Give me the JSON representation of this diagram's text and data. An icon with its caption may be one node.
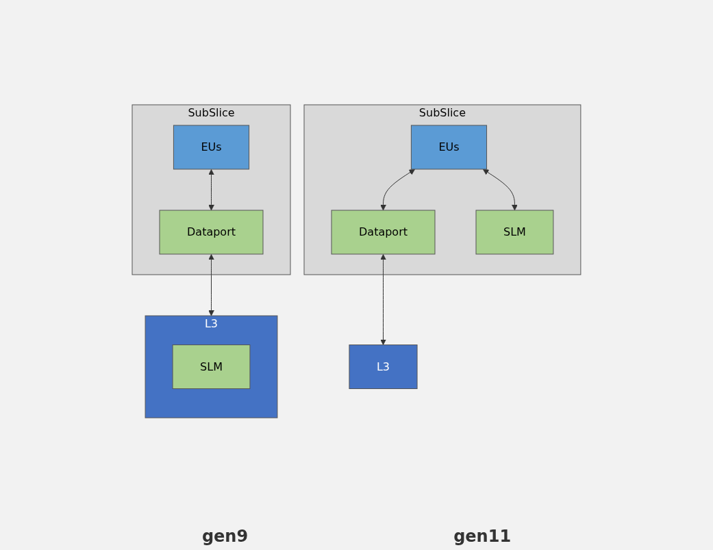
{
  "diagram": {
    "nodes": [
      {
        "text": [
          "SubSlice"
        ]
      },
      {
        "text": [
          "EUs"
        ],
        "in": 0
      },
      {
        "text": [
          "Dataport"
        ],
        "in": 0
      },
      {
        "text": [
          "L3"
        ]
      },
      {
        "text": [
          "SLM"
        ],
        "in": 3
      },
      {
        "text": [
          "SubSlice"
        ]
      },
      {
        "text": [
          "EUs"
        ],
        "in": 5
      },
      {
        "text": [
          "Dataport"
        ],
        "in": 5
      },
      {
        "text": [
          "SLM"
        ],
        "in": 5
      },
      {
        "text": [
          "L3"
        ]
      }
    ],
    "edges": [
      {
        "from": 1,
        "to": 2,
        "arrow": "both"
      },
      {
        "from": 2,
        "to": 3,
        "arrow": "both"
      },
      {
        "from": 6,
        "to": 7,
        "arrow": "both"
      },
      {
        "from": 6,
        "to": 8,
        "arrow": "both"
      },
      {
        "from": 7,
        "to": 9,
        "arrow": "both"
      }
    ],
    "labels": [
      "gen9",
      "gen11"
    ]
  }
}
